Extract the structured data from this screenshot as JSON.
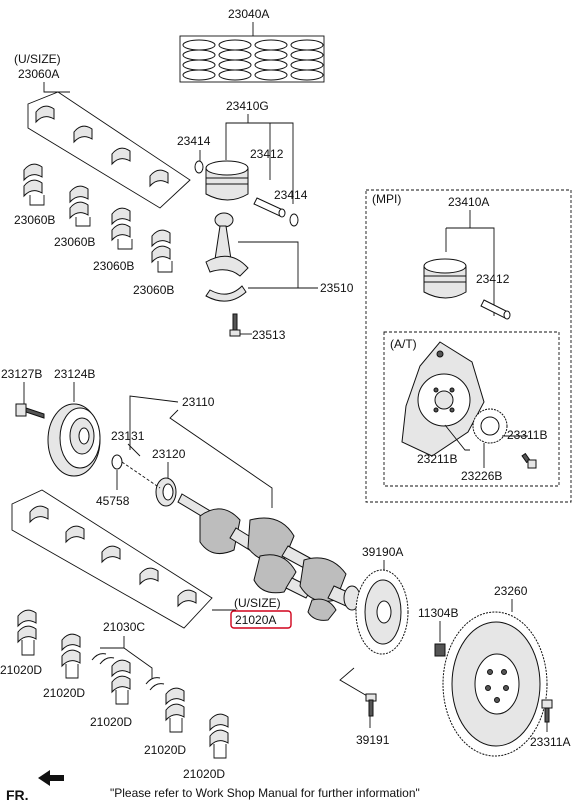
{
  "labels": {
    "piston_ring_set": "23040A",
    "usize_top": "(U/SIZE)",
    "main_bearing_upper": "23060A",
    "main_bearing_1": "23060B",
    "main_bearing_2": "23060B",
    "main_bearing_3": "23060B",
    "main_bearing_4": "23060B",
    "piston_assy": "23410G",
    "snap_ring_left": "23414",
    "piston_pin": "23412",
    "snap_ring_right": "23414",
    "connecting_rod": "23510",
    "rod_bolt": "23513",
    "mpi_title": "(MPI)",
    "piston_assy_mpi": "23410A",
    "piston_pin_mpi": "23412",
    "at_title": "(A/T)",
    "drive_plate_bolt": "23311B",
    "drive_plate": "23211B",
    "plate_adapter": "23226B",
    "pulley_bolt": "23127B",
    "damper_pulley": "23124B",
    "crankshaft": "23110",
    "sprocket_key": "23131",
    "timing_sprocket": "23120",
    "washer": "45758",
    "usize_bottom": "(U/SIZE)",
    "bearing_set": "21020A",
    "thrust_washer": "21030C",
    "conrod_bearing_1": "21020D",
    "conrod_bearing_2": "21020D",
    "conrod_bearing_3": "21020D",
    "conrod_bearing_4": "21020D",
    "conrod_bearing_5": "21020D",
    "flywheel_mt": "39190A",
    "sensor_bolt": "39191",
    "flywheel_ring": "23260",
    "flywheel_bolt": "11304B",
    "flywheel_bolt_2": "23311A"
  },
  "footer": {
    "front_marker": "FR.",
    "note": "\"Please refer to Work Shop Manual for further information\""
  },
  "colors": {
    "line": "#111111",
    "highlight": "#d0021b",
    "background": "#ffffff"
  }
}
